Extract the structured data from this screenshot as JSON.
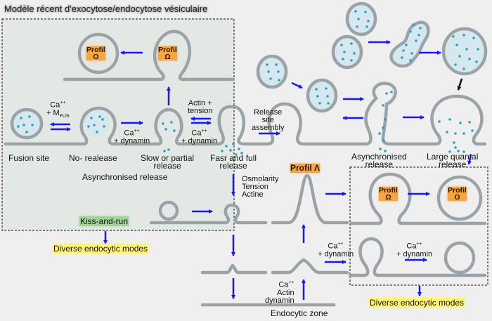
{
  "title": "Modèle récent d'exocytose/endocytose vésiculaire",
  "labels": {
    "fusion_site": "Fusion site",
    "no_release": "No- realease",
    "slow_partial_1": "Slow or partial",
    "slow_partial_2": "release",
    "fast_full_1": "Fasr and full",
    "fast_full_2": "release",
    "async_release_left": "Asynchronised release",
    "ca_mfus_ca": "Ca",
    "ca_mfus_plus": "++",
    "ca_mfus_m": "+ M",
    "ca_mfus_sub": "FUS",
    "ca_dyn_ca": "Ca",
    "ca_dyn_plus": "++",
    "ca_dyn_dyn": "+ dynamin",
    "actin_tension_1": "Actin +",
    "actin_tension_2": "tension",
    "release_site_1": "Release",
    "release_site_2": "site",
    "release_site_3": "assembly",
    "async_release_right_1": "Asynchronised",
    "async_release_right_2": "release",
    "large_quantal_1": "Large quantal",
    "large_quantal_2": "release",
    "osmolarity": "Osmolarity",
    "tension": "Tension",
    "actine": "Actine",
    "actin": "Actin",
    "dynamin": "dynamin",
    "endocytic_zone": "Endocytic zone",
    "kiss_and_run": "Kiss-and-run",
    "diverse_modes": "Diverse endocytic modes",
    "profil": "Profil",
    "profil_o": "O",
    "profil_omega": "Ω",
    "profil_lambda": "Profil Λ"
  },
  "colors": {
    "arrow": "#1a1aee",
    "membrane": "#9aa3a8",
    "vesicle_fill": "#d6e7ee",
    "dot": "#2a9fc6",
    "box_bg": "#e4e8e4",
    "orange_tag": "#f6a640",
    "green_tag": "#9fd39a",
    "yellow_tag": "#fff37a"
  }
}
